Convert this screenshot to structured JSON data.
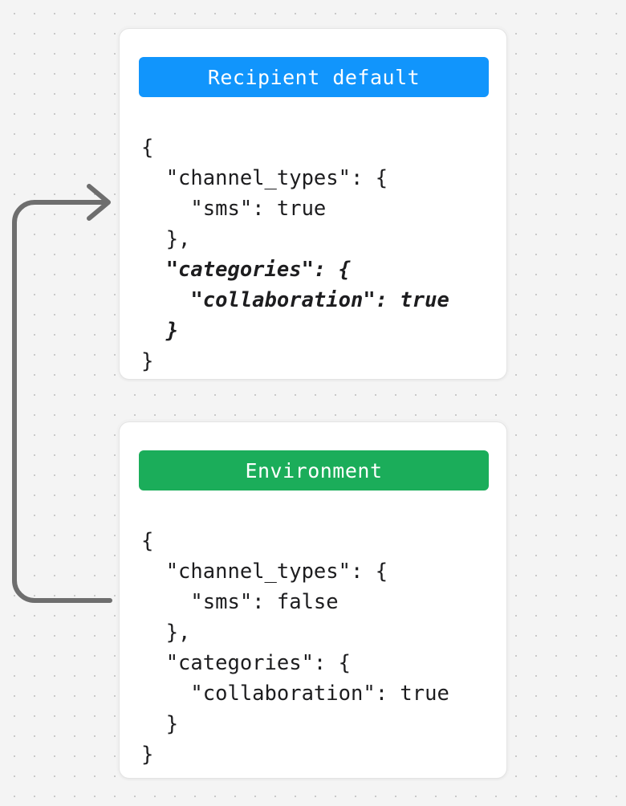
{
  "background": {
    "color": "#f4f4f4",
    "dot_color": "#c9c9c9",
    "pattern": "dot-grid"
  },
  "connector": {
    "name": "merge-arrow",
    "color": "#6e6e6e",
    "description": "U-shaped arrow from the Environment card up to the Recipient default card",
    "direction": "up-and-right",
    "stroke_width": 6
  },
  "cards": [
    {
      "id": "recipient-default",
      "header": {
        "label": "Recipient default",
        "color": "#1195fc"
      },
      "code": [
        {
          "text": "{",
          "emphasis": false
        },
        {
          "text": "  \"channel_types\": {",
          "emphasis": false
        },
        {
          "text": "    \"sms\": true",
          "emphasis": false
        },
        {
          "text": "  },",
          "emphasis": false
        },
        {
          "text": "  \"categories\": {",
          "emphasis": true
        },
        {
          "text": "    \"collaboration\": true",
          "emphasis": true
        },
        {
          "text": "  }",
          "emphasis": true
        },
        {
          "text": "}",
          "emphasis": false
        }
      ]
    },
    {
      "id": "environment",
      "header": {
        "label": "Environment",
        "color": "#1bad5a"
      },
      "code": [
        {
          "text": "{",
          "emphasis": false
        },
        {
          "text": "  \"channel_types\": {",
          "emphasis": false
        },
        {
          "text": "    \"sms\": false",
          "emphasis": false
        },
        {
          "text": "  },",
          "emphasis": false
        },
        {
          "text": "  \"categories\": {",
          "emphasis": false
        },
        {
          "text": "    \"collaboration\": true",
          "emphasis": false
        },
        {
          "text": "  }",
          "emphasis": false
        },
        {
          "text": "}",
          "emphasis": false
        }
      ]
    }
  ]
}
